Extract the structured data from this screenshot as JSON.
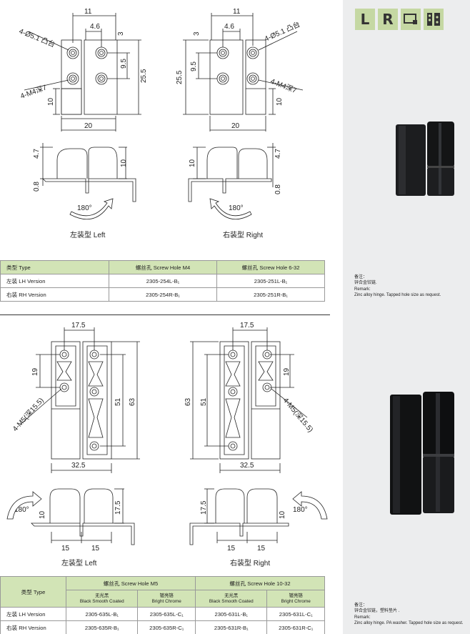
{
  "icons": {
    "left_label": "L",
    "right_label": "R",
    "square_glyph": "screen-icon",
    "holes_glyph": "holes-icon"
  },
  "top_drawing": {
    "caption_left": "左装型 Left",
    "caption_right": "右装型 Right",
    "dims": {
      "d11": "11",
      "d4_6": "4.6",
      "d3": "3",
      "d9_5": "9.5",
      "d25_5": "25.5",
      "d10": "10",
      "d20": "20",
      "d4_7": "4.7",
      "d0_8": "0.8",
      "rot": "180°",
      "bosses": "4-Ø5.1 凸台",
      "thread": "4-M4深7"
    }
  },
  "table1": {
    "headers": [
      "类型 Type",
      "螺丝孔 Screw Hole M4",
      "螺丝孔 Screw Hole 6-32"
    ],
    "rows": [
      [
        "左装 LH Version",
        "2305-254L-B₁",
        "2305-251L-B₁"
      ],
      [
        "右装 RH Version",
        "2305-254R-B₁",
        "2305-251R-B₁"
      ]
    ]
  },
  "remark1": {
    "title": "备注：",
    "cn": "锌合金铰链.",
    "en_title": "Remark:",
    "en": "Zinc alloy hinge. Tapped hole size as request."
  },
  "bottom_drawing": {
    "caption_left": "左装型 Left",
    "caption_right": "右装型 Right",
    "dims": {
      "d17_5": "17.5",
      "d19": "19",
      "d51": "51",
      "d63": "63",
      "d32_5": "32.5",
      "d10": "10",
      "d15": "15",
      "rot": "180°",
      "thread": "4-M5(深15.5)"
    }
  },
  "table2": {
    "type_label": "类型 Type",
    "group1": "螺丝孔 Screw Hole M5",
    "group2": "螺丝孔 Screw Hole 10-32",
    "sub": [
      {
        "cn": "无光黑",
        "en": "Black Smooth Coated"
      },
      {
        "cn": "镀亮铬",
        "en": "Bright Chrome"
      },
      {
        "cn": "无光黑",
        "en": "Black Smooth Coated"
      },
      {
        "cn": "镀亮铬",
        "en": "Bright Chrome"
      }
    ],
    "rows": [
      [
        "左装 LH Version",
        "2305-635L-B₁",
        "2305-635L-C₁",
        "2305-631L-B₁",
        "2305-631L-C₁"
      ],
      [
        "右装 RH Version",
        "2305-635R-B₁",
        "2305-635R-C₁",
        "2305-631R-B₁",
        "2305-631R-C₁"
      ]
    ]
  },
  "remark2": {
    "title": "备注：",
    "cn": "锌合金铰链，塑料垫片 .",
    "en_title": "Remark:",
    "en": "Zinc alloy hinge. PA washer. Tapped hole size as request."
  }
}
